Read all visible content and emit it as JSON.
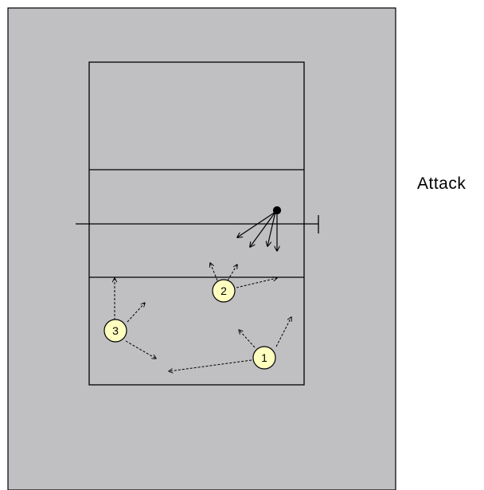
{
  "label": "Attack",
  "players": [
    {
      "number": "1"
    },
    {
      "number": "2"
    },
    {
      "number": "3"
    }
  ],
  "colors": {
    "background": "#c0bfc2",
    "line": "#000000",
    "player_fill": "#ffffc0"
  }
}
